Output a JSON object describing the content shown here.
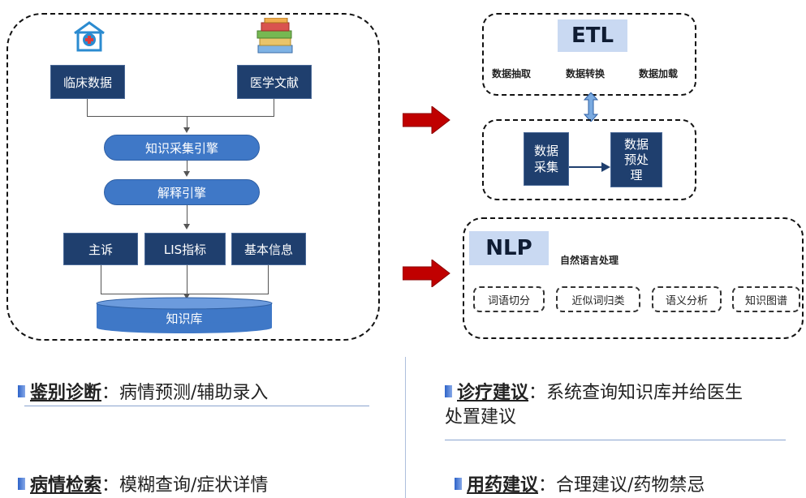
{
  "left_panel": {
    "sources": [
      "临床数据",
      "医学文献"
    ],
    "engines": [
      "知识采集引擎",
      "解释引擎"
    ],
    "outputs": [
      "主诉",
      "LIS指标",
      "基本信息"
    ],
    "store": "知识库",
    "icons": [
      "hospital-icon",
      "books-icon"
    ]
  },
  "etl_panel": {
    "title": "ETL",
    "steps": [
      "数据抽取",
      "数据转换",
      "数据加载"
    ]
  },
  "collect_panel": {
    "collect_label": "数据\n采集",
    "preprocess_label": "数据\n预处\n理"
  },
  "nlp_panel": {
    "title": "NLP",
    "subtitle": "自然语言处理",
    "tags": [
      "词语切分",
      "近似词归类",
      "语义分析",
      "知识图谱"
    ]
  },
  "bullets": [
    {
      "key": "鉴别诊断",
      "text": "：病情预测/辅助录入"
    },
    {
      "key": "诊疗建议",
      "text": "：系统查询知识库并给医生",
      "text2": "处置建议"
    },
    {
      "key": "病情检索",
      "text": "：模糊查询/症状详情"
    },
    {
      "key": "用药建议",
      "text": "：合理建议/药物禁忌"
    }
  ],
  "colors": {
    "navy": "#1f3f6e",
    "pill_blue": "#3f78c7",
    "arrow_red": "#c00000",
    "light_blue": "#c9d9f2",
    "bullet_blue": "#2d63c8"
  }
}
